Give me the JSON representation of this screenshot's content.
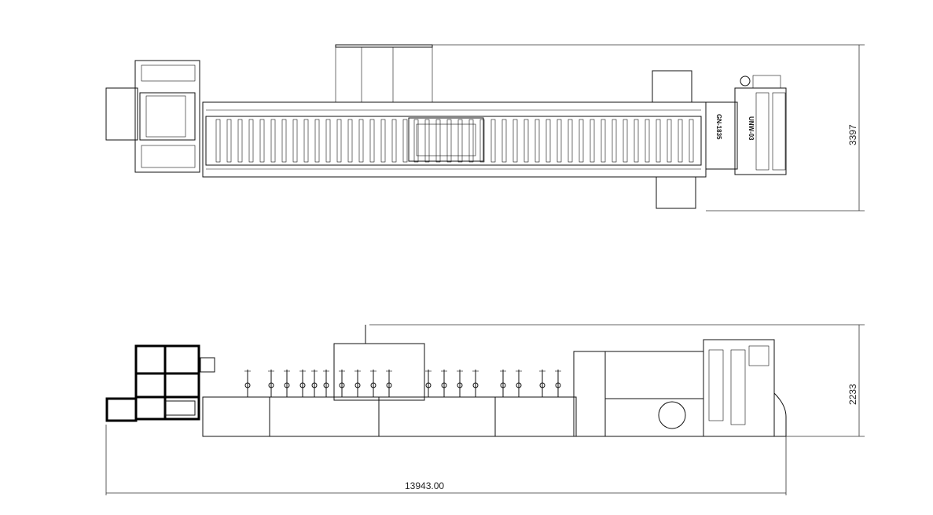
{
  "drawing": {
    "top_view": {
      "dimension_height": "3397",
      "machine_label": "GN-1835",
      "unfolder_label": "UNW-03"
    },
    "side_view": {
      "dimension_height": "2233",
      "dimension_length": "13943.00"
    }
  }
}
